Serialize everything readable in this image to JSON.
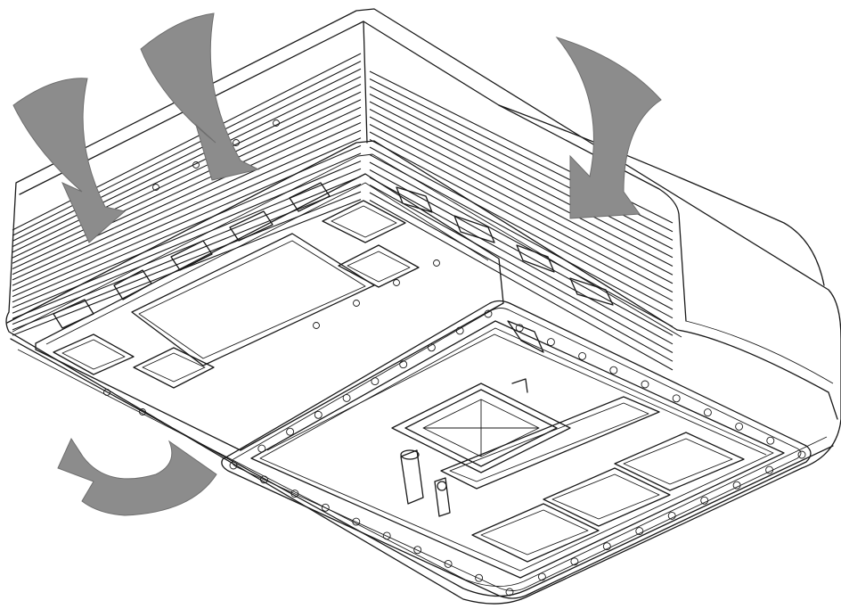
{
  "diagram": {
    "subject": "airflow-diagram",
    "colors": {
      "line": "#1a1a1a",
      "arrow_fill": "#8c8c8c",
      "background": "#ffffff"
    },
    "arrows": [
      {
        "name": "intake-arrow-left",
        "direction": "in"
      },
      {
        "name": "intake-arrow-center",
        "direction": "in"
      },
      {
        "name": "intake-arrow-right",
        "direction": "in"
      },
      {
        "name": "exhaust-arrow",
        "direction": "out"
      }
    ]
  }
}
